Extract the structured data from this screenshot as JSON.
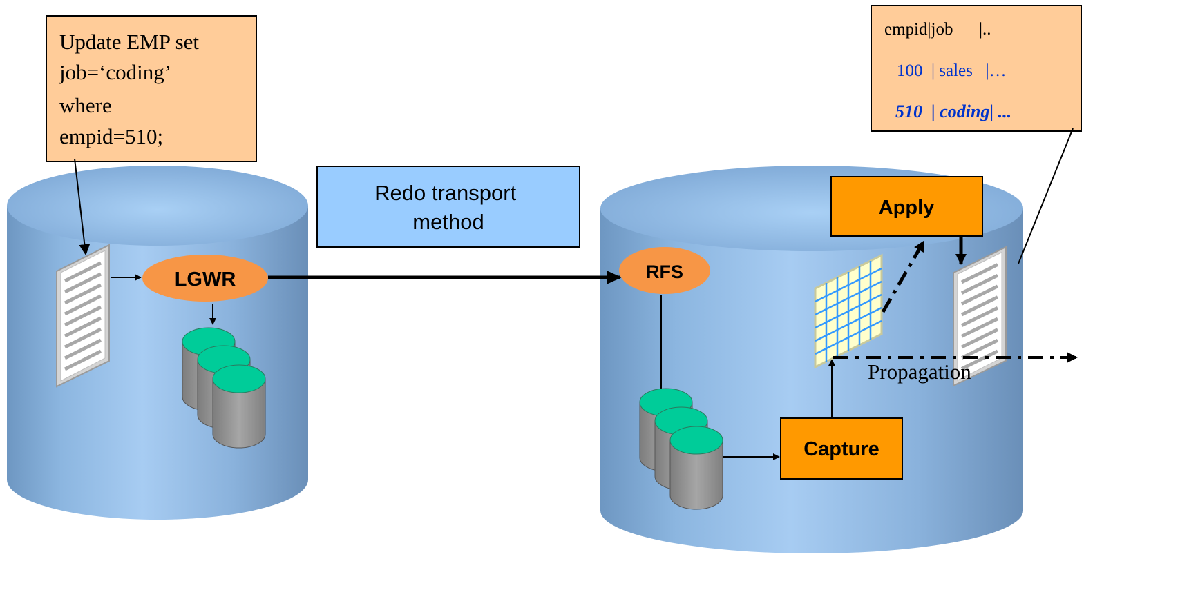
{
  "sql_note": {
    "lines": [
      "Update EMP set",
      "job=‘coding’",
      "where",
      "empid=510;"
    ]
  },
  "transport_label": {
    "lines": [
      "Redo transport",
      "method"
    ]
  },
  "processes": {
    "lgwr": "LGWR",
    "rfs": "RFS",
    "apply": "Apply",
    "capture": "Capture"
  },
  "propagation_label": "Propagation",
  "table_note": {
    "header": "empid|job      |..",
    "row1": "100  | sales   |…",
    "row2": "510  | coding| ..."
  },
  "colors": {
    "note_fill": "#FFCC99",
    "process_orange": "#FF9900",
    "ellipse_orange": "#F79646",
    "label_blue_fill": "#99CCFF",
    "cylinder_blue": "#8DB8E8",
    "log_green": "#00CC99",
    "log_gray": "#999999",
    "table_text_blue": "#0033CC"
  }
}
